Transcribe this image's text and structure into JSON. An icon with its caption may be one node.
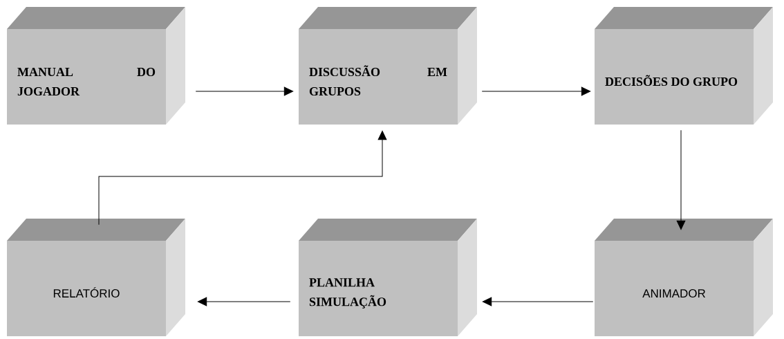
{
  "diagram": {
    "nodes": [
      {
        "text": [
          "MANUAL DO JOGADOR"
        ]
      },
      {
        "text": [
          "DISCUSSÃO EM GRUPOS"
        ]
      },
      {
        "text": [
          "DECISÕES DO GRUPO"
        ]
      },
      {
        "text": [
          "RELATÓRIO"
        ]
      },
      {
        "text": [
          "PLANILHA SIMULAÇÃO"
        ]
      },
      {
        "text": [
          "ANIMADOR"
        ]
      }
    ],
    "edges": [
      {
        "from": 0,
        "to": 1,
        "arrow": "to"
      },
      {
        "from": 1,
        "to": 2,
        "arrow": "to"
      },
      {
        "from": 2,
        "to": 5,
        "arrow": "to"
      },
      {
        "from": 5,
        "to": 4,
        "arrow": "to"
      },
      {
        "from": 4,
        "to": 3,
        "arrow": "to"
      },
      {
        "from": 3,
        "to": 1,
        "arrow": "to"
      }
    ]
  }
}
